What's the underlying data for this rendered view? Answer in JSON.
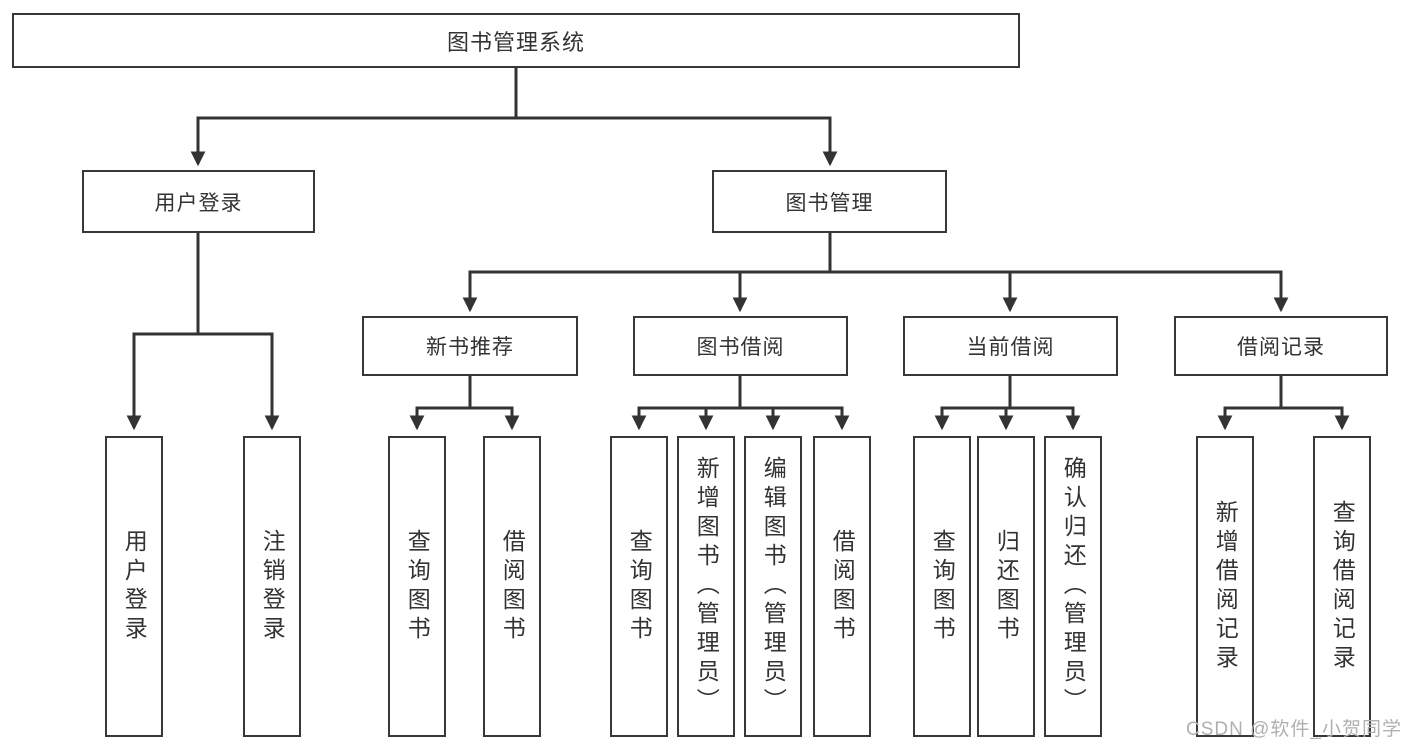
{
  "colors": {
    "line": "#333333",
    "box_border": "#383838",
    "text": "#333333",
    "background": "#ffffff",
    "watermark": "#b0b0b0"
  },
  "watermark": "CSDN @软件_小贺同学",
  "tree": {
    "root": "图书管理系统",
    "branches": [
      {
        "label": "用户登录",
        "children": [
          "用户登录",
          "注销登录"
        ]
      },
      {
        "label": "图书管理",
        "sections": [
          {
            "label": "新书推荐",
            "children": [
              "查询图书",
              "借阅图书"
            ]
          },
          {
            "label": "图书借阅",
            "children": [
              "查询图书",
              "新增图书（管理员）",
              "编辑图书（管理员）",
              "借阅图书"
            ]
          },
          {
            "label": "当前借阅",
            "children": [
              "查询图书",
              "归还图书",
              "确认归还（管理员）"
            ]
          },
          {
            "label": "借阅记录",
            "children": [
              "新增借阅记录",
              "查询借阅记录"
            ]
          }
        ]
      }
    ]
  }
}
